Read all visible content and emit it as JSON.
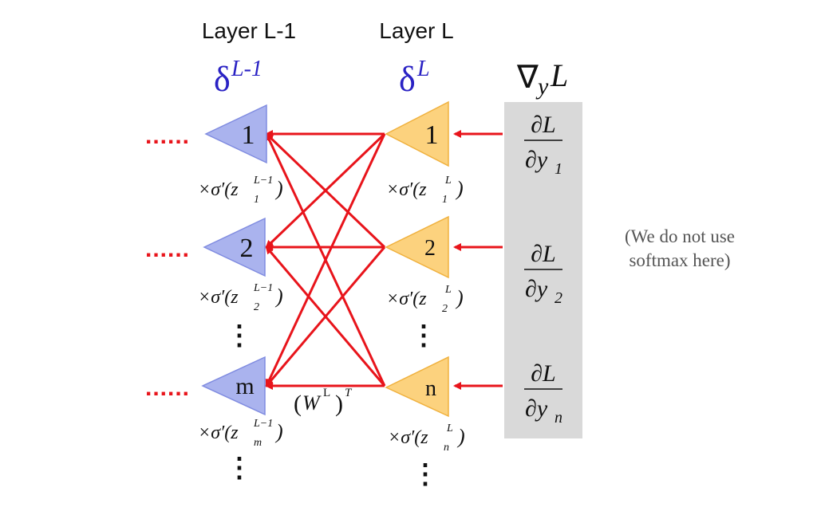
{
  "colors": {
    "arrow": "#e8141b",
    "left_triangle": "#aab3ee",
    "left_triangle_stroke": "#7f8be0",
    "right_triangle": "#fcd27e",
    "right_triangle_stroke": "#f0b13e",
    "gradient_box": "#d9d9d9",
    "delta_text": "#2a22c4",
    "text": "#111111",
    "note": "#555555"
  },
  "headers": {
    "layer_prev": "Layer L-1",
    "layer_curr": "Layer L"
  },
  "deltas": {
    "prev_symbol": "δ",
    "prev_sup": "L-1",
    "curr_symbol": "δ",
    "curr_sup": "L"
  },
  "gradient_header": {
    "nabla": "∇",
    "sub": "y",
    "var": "L"
  },
  "left_nodes": [
    {
      "label": "1",
      "factor": "×σ′(z",
      "sub": "1",
      "sup": "L−1",
      "close": ")"
    },
    {
      "label": "2",
      "factor": "×σ′(z",
      "sub": "2",
      "sup": "L−1",
      "close": ")"
    },
    {
      "label": "m",
      "factor": "×σ′(z",
      "sub": "m",
      "sup": "L−1",
      "close": ")"
    }
  ],
  "right_nodes": [
    {
      "label": "1",
      "factor": "×σ′(z",
      "sub": "1",
      "sup": "L",
      "close": ")"
    },
    {
      "label": "2",
      "factor": "×σ′(z",
      "sub": "2",
      "sup": "L",
      "close": ")"
    },
    {
      "label": "n",
      "factor": "×σ′(z",
      "sub": "n",
      "sup": "L",
      "close": ")"
    }
  ],
  "partials": [
    {
      "num": "∂L",
      "den": "∂y",
      "sub": "1"
    },
    {
      "num": "∂L",
      "den": "∂y",
      "sub": "2"
    },
    {
      "num": "∂L",
      "den": "∂y",
      "sub": "n"
    }
  ],
  "weight_label": {
    "open": "(",
    "var": "W",
    "sup": "L",
    "close": ")",
    "transpose": "T"
  },
  "dots": {
    "incoming": "......",
    "vertical": "⋮"
  },
  "note": {
    "line1": "(We do not use",
    "line2": "softmax here)"
  }
}
